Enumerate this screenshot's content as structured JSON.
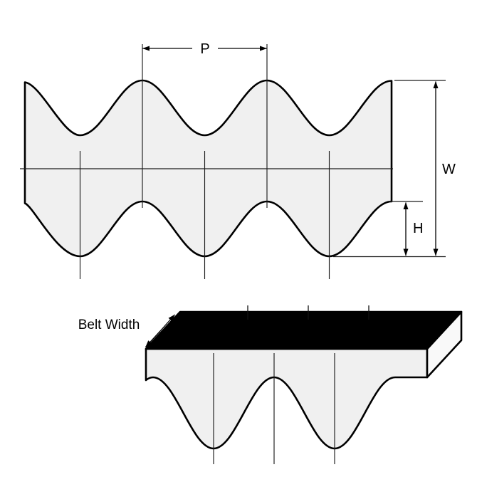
{
  "diagram": {
    "labels": {
      "pitch": "P",
      "width": "W",
      "height": "H",
      "belt_width": "Belt Width"
    },
    "colors": {
      "outline": "#000000",
      "belt_fill": "#f0f0f0",
      "end_face_fill": "#f9f9f9",
      "top_face": "#000000",
      "background": "#ffffff"
    }
  }
}
